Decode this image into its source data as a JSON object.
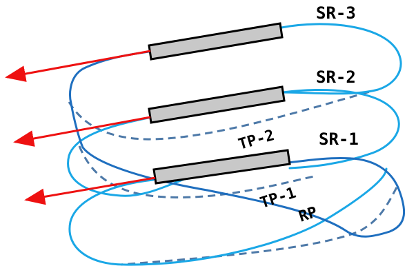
{
  "labels": {
    "sr3": "SR-3",
    "sr2": "SR-2",
    "sr1": "SR-1",
    "tp2": "TP-2",
    "tp1": "TP-1",
    "rp": "RP"
  },
  "colors": {
    "orbit_light": "#1aa7e6",
    "orbit_dark": "#1f6fbf",
    "orbit_dashed": "#4d79a8",
    "magnet_fill": "#c8c8c8",
    "magnet_stroke": "#000000",
    "extraction_arrow": "#ee1111"
  }
}
